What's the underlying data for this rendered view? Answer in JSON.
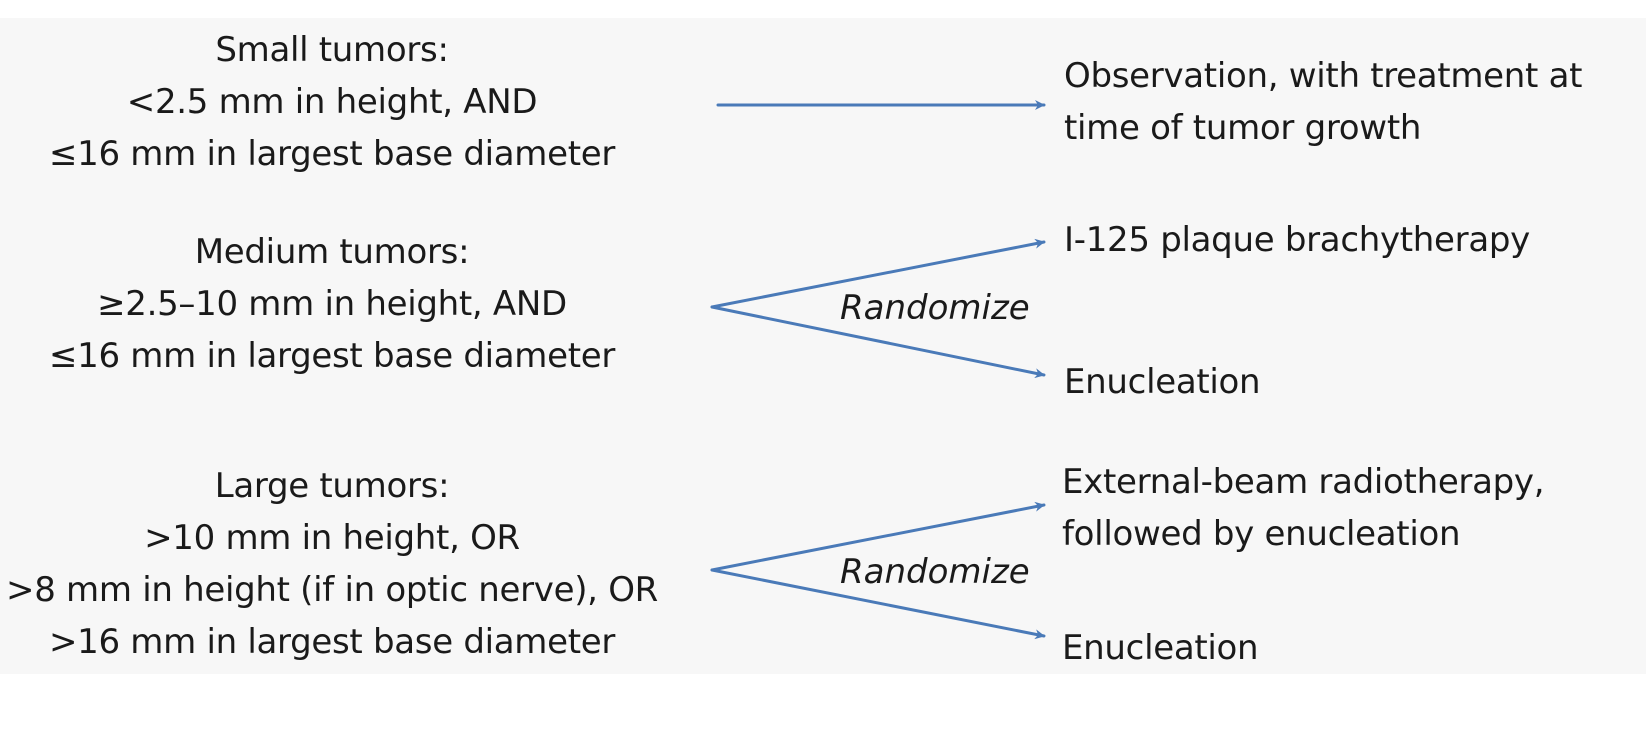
{
  "colors": {
    "arrow": "#4a7ab8",
    "text": "#1a1a1a",
    "panel": "#f7f7f7"
  },
  "small": {
    "lines": [
      "Small tumors:",
      "<2.5 mm in height, AND",
      "≤16 mm in largest base diameter"
    ],
    "outcome_lines": [
      "Observation, with treatment at",
      "time of tumor growth"
    ]
  },
  "medium": {
    "lines": [
      "Medium tumors:",
      "≥2.5–10 mm in height, AND",
      "≤16 mm in largest base diameter"
    ],
    "randomize": "Randomize",
    "outcome_top_lines": [
      "I-125 plaque brachytherapy"
    ],
    "outcome_bottom_lines": [
      "Enucleation"
    ]
  },
  "large": {
    "lines": [
      ">10 mm in height, OR",
      ">8 mm in height (if in optic nerve), OR",
      ">16 mm in largest base diameter"
    ],
    "heading": "Large tumors:",
    "randomize": "Randomize",
    "outcome_top_lines": [
      "External-beam radiotherapy,",
      "followed by enucleation"
    ],
    "outcome_bottom_lines": [
      "Enucleation"
    ]
  }
}
